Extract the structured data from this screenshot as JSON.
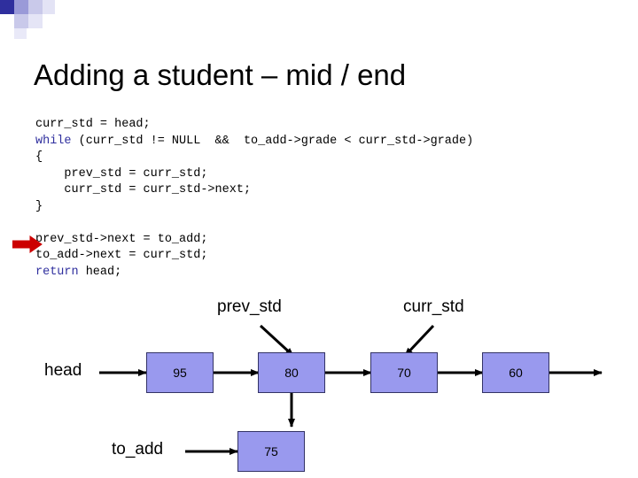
{
  "slide": {
    "title": "Adding a student – mid / end"
  },
  "code": {
    "lines": [
      [
        {
          "t": "curr_std = head;",
          "kw": false
        }
      ],
      [
        {
          "t": "while",
          "kw": true
        },
        {
          "t": " (curr_std != NULL  &&  to_add->grade < curr_std->grade)",
          "kw": false
        }
      ],
      [
        {
          "t": "{",
          "kw": false
        }
      ],
      [
        {
          "t": "    prev_std = curr_std;",
          "kw": false
        }
      ],
      [
        {
          "t": "    curr_std = curr_std->next;",
          "kw": false
        }
      ],
      [
        {
          "t": "}",
          "kw": false
        }
      ],
      [
        {
          "t": "",
          "kw": false
        }
      ],
      [
        {
          "t": "prev_std->next = to_add;",
          "kw": false
        }
      ],
      [
        {
          "t": "to_add->next = curr_std;",
          "kw": false
        }
      ],
      [
        {
          "t": "return",
          "kw": true
        },
        {
          "t": " head;",
          "kw": false
        }
      ]
    ],
    "keyword_color": "#2f2f9e"
  },
  "diagram": {
    "pointer_labels": [
      {
        "name": "prev_std",
        "text": "prev_std"
      },
      {
        "name": "curr_std",
        "text": "curr_std"
      }
    ],
    "list_labels": [
      {
        "name": "head",
        "text": "head"
      },
      {
        "name": "to_add",
        "text": "to_add"
      }
    ],
    "nodes": [
      {
        "name": "node-95",
        "value": "95"
      },
      {
        "name": "node-80",
        "value": "80"
      },
      {
        "name": "node-70",
        "value": "70"
      },
      {
        "name": "node-60",
        "value": "60"
      },
      {
        "name": "node-75",
        "value": "75"
      }
    ],
    "node_fill": "#9999ee",
    "node_border": "#333366"
  },
  "decoration": {
    "accent_color": "#2f2f9e",
    "bullet_arrow_color": "#cc0000"
  }
}
